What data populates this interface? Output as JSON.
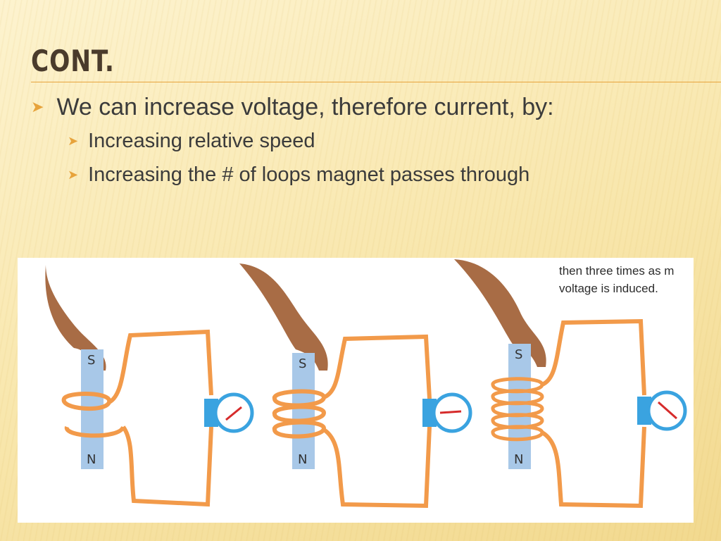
{
  "slide": {
    "title": "CONT.",
    "bullet_main": "We can increase voltage, therefore current, by:",
    "sub_bullets": [
      "Increasing relative speed",
      "Increasing the # of loops magnet passes through"
    ]
  },
  "figure": {
    "caption_line1": "then three times as m",
    "caption_line2": "voltage is induced.",
    "magnet_top_label": "S",
    "magnet_bottom_label": "N"
  },
  "colors": {
    "accent": "#e7a33b",
    "wire": "#f29a4a",
    "magnet": "#a8c8e8",
    "meter": "#3aa3e0",
    "hand": "#a86c45"
  }
}
